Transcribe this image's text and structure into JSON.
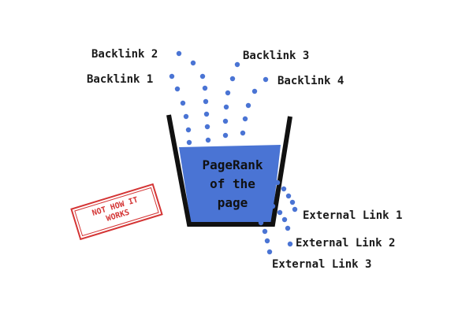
{
  "backlinks": [
    {
      "label": "Backlink 1"
    },
    {
      "label": "Backlink 2"
    },
    {
      "label": "Backlink 3"
    },
    {
      "label": "Backlink 4"
    }
  ],
  "bucket": {
    "lines": [
      "PageRank",
      "of the",
      "page"
    ],
    "fill_color": "#4a74d4",
    "outline_color": "#111111"
  },
  "external_links": [
    {
      "label": "External Link 1"
    },
    {
      "label": "External Link 2"
    },
    {
      "label": "External Link 3"
    }
  ],
  "stamp": {
    "lines": [
      "NOT HOW IT",
      "WORKS"
    ],
    "color": "#d43535"
  },
  "dot_color": "#4a74d4"
}
